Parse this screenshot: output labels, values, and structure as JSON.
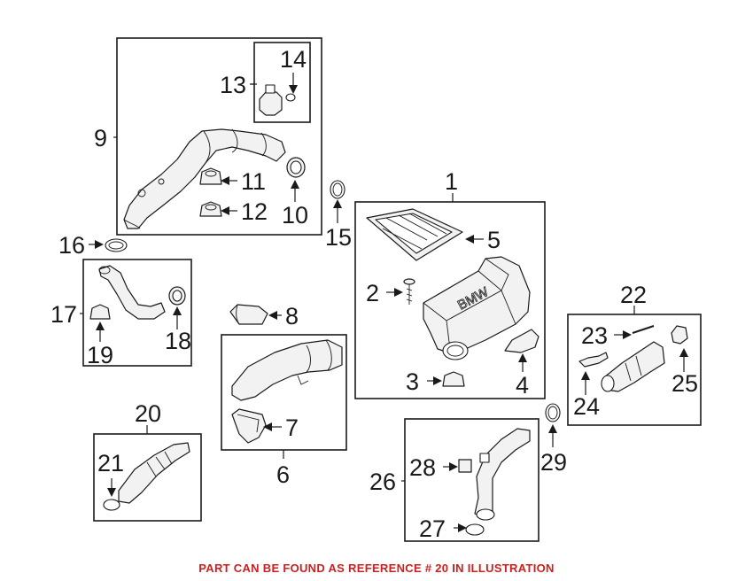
{
  "callouts": {
    "n1": "1",
    "n2": "2",
    "n3": "3",
    "n4": "4",
    "n5": "5",
    "n6": "6",
    "n7": "7",
    "n8": "8",
    "n9": "9",
    "n10": "10",
    "n11": "11",
    "n12": "12",
    "n13": "13",
    "n14": "14",
    "n15": "15",
    "n16": "16",
    "n17": "17",
    "n18": "18",
    "n19": "19",
    "n20": "20",
    "n21": "21",
    "n22": "22",
    "n23": "23",
    "n24": "24",
    "n25": "25",
    "n26": "26",
    "n27": "27",
    "n28": "28",
    "n29": "29"
  },
  "logo_text": "BMW",
  "caption": "PART CAN BE FOUND AS REFERENCE # 20 IN ILLUSTRATION",
  "colors": {
    "caption": "#cc1f1f",
    "lines": "#1a1a1a",
    "background": "#ffffff"
  }
}
